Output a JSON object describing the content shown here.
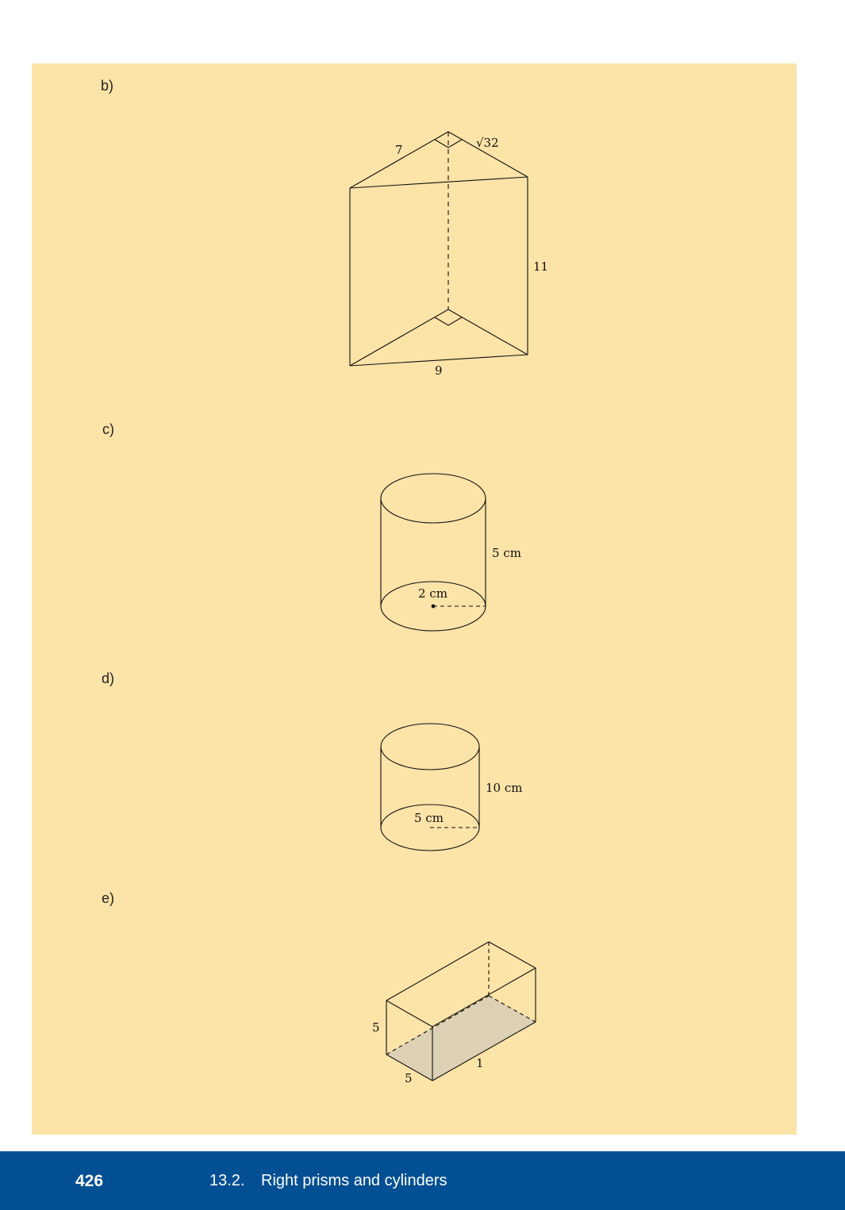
{
  "parts": [
    {
      "label": "b)",
      "lengths": {
        "slant_left": "7",
        "slant_right": "√32",
        "height": "11",
        "base": "9"
      }
    },
    {
      "label": "c)",
      "height": "5 cm",
      "radius": "2 cm"
    },
    {
      "label": "d)",
      "height": "10 cm",
      "radius": "5 cm"
    },
    {
      "label": "e)",
      "height": "5",
      "width": "5",
      "length": "1"
    }
  ],
  "footer": {
    "page_number": "426",
    "section_number": "13.2.",
    "section_title": "Right prisms and cylinders"
  },
  "colors": {
    "panel_background": "#fce3a7",
    "footer_background": "#034f94",
    "shaded_face": "#dcd1b5"
  }
}
